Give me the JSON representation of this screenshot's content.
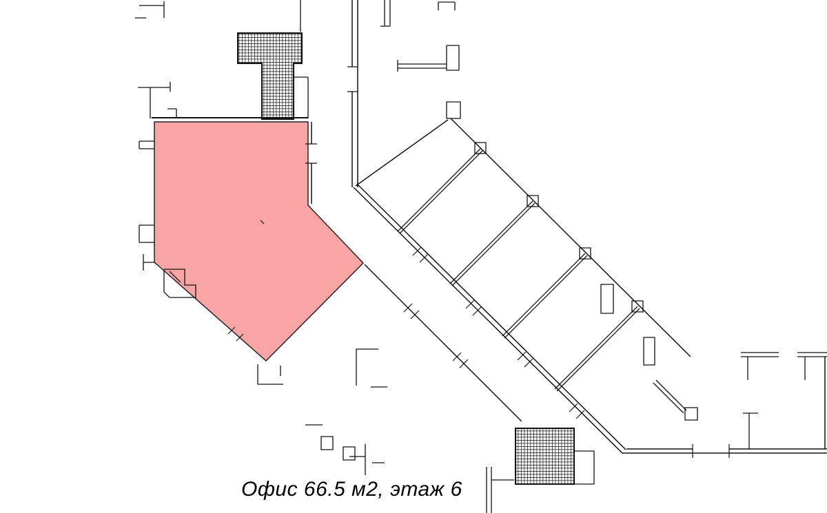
{
  "caption": {
    "text": "Офис 66.5 м2, этаж 6"
  },
  "office": {
    "area_m2": "66.5",
    "floor": "6"
  },
  "highlight": {
    "color": "#f9a5a5"
  },
  "colors": {
    "background": "#ffffff",
    "line": "#111111"
  }
}
